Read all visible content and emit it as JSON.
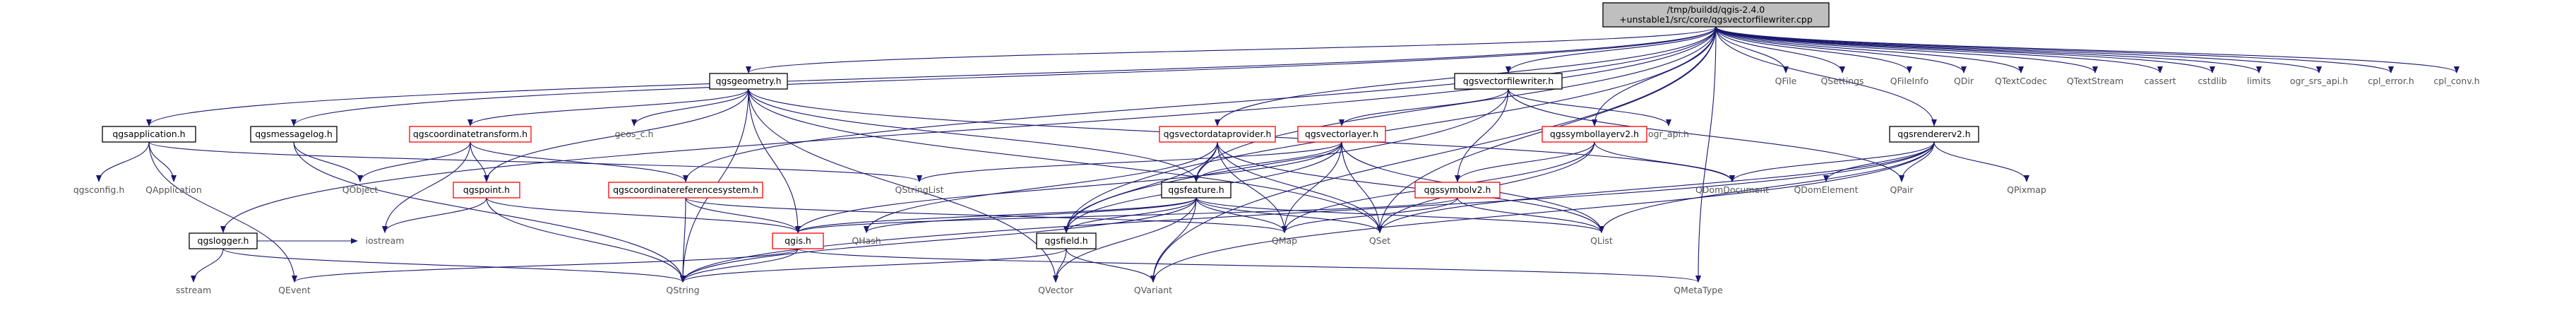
{
  "graph": {
    "edge_color": "#191970",
    "highlight_color": "#ff0000",
    "root_fill": "#bfbfbf",
    "nodes": [
      {
        "id": "root",
        "kind": "root",
        "lines": [
          "/tmp/buildd/qgis-2.4.0",
          "+unstable1/src/core/qgsvectorfilewriter.cpp"
        ]
      },
      {
        "id": "qgsvectorfilewriter_h",
        "kind": "plain",
        "lines": [
          "qgsvectorfilewriter.h"
        ]
      },
      {
        "id": "qgsgeometry_h",
        "kind": "plain",
        "lines": [
          "qgsgeometry.h"
        ]
      },
      {
        "id": "qgsapplication_h",
        "kind": "plain",
        "lines": [
          "qgsapplication.h"
        ]
      },
      {
        "id": "qgsmessagelog_h",
        "kind": "plain",
        "lines": [
          "qgsmessagelog.h"
        ]
      },
      {
        "id": "qgslogger_h",
        "kind": "plain",
        "lines": [
          "qgslogger.h"
        ]
      },
      {
        "id": "qgsconfig_h",
        "kind": "ext",
        "lines": [
          "qgsconfig.h"
        ]
      },
      {
        "id": "QApplication",
        "kind": "ext",
        "lines": [
          "QApplication"
        ]
      },
      {
        "id": "QObject",
        "kind": "ext",
        "lines": [
          "QObject"
        ]
      },
      {
        "id": "qgscoordinatetransform_h",
        "kind": "red",
        "lines": [
          "qgscoordinatetransform.h"
        ]
      },
      {
        "id": "geos_c_h",
        "kind": "ext",
        "lines": [
          "geos_c.h"
        ]
      },
      {
        "id": "qgspoint_h",
        "kind": "red",
        "lines": [
          "qgspoint.h"
        ]
      },
      {
        "id": "qgscoordinatereferencesystem_h",
        "kind": "red",
        "lines": [
          "qgscoordinatereferencesystem.h"
        ]
      },
      {
        "id": "qgsvectordataprovider_h",
        "kind": "red",
        "lines": [
          "qgsvectordataprovider.h"
        ]
      },
      {
        "id": "qgsvectorlayer_h",
        "kind": "red",
        "lines": [
          "qgsvectorlayer.h"
        ]
      },
      {
        "id": "qgsfeature_h",
        "kind": "plain",
        "lines": [
          "qgsfeature.h"
        ]
      },
      {
        "id": "qgsfield_h",
        "kind": "plain",
        "lines": [
          "qgsfield.h"
        ]
      },
      {
        "id": "qgis_h",
        "kind": "red",
        "lines": [
          "qgis.h"
        ]
      },
      {
        "id": "qgssymbollayerv2_h",
        "kind": "red",
        "lines": [
          "qgssymbollayerv2.h"
        ]
      },
      {
        "id": "qgssymbolv2_h",
        "kind": "red",
        "lines": [
          "qgssymbolv2.h"
        ]
      },
      {
        "id": "qgsrendererv2_h",
        "kind": "plain",
        "lines": [
          "qgsrendererv2.h"
        ]
      },
      {
        "id": "ogr_api_h_mid",
        "kind": "ext",
        "lines": [
          "ogr_api.h"
        ]
      },
      {
        "id": "QStringList",
        "kind": "ext",
        "lines": [
          "QStringList"
        ]
      },
      {
        "id": "QDomDocument",
        "kind": "ext",
        "lines": [
          "QDomDocument"
        ]
      },
      {
        "id": "QDomElement",
        "kind": "ext",
        "lines": [
          "QDomElement"
        ]
      },
      {
        "id": "QPair",
        "kind": "ext",
        "lines": [
          "QPair"
        ]
      },
      {
        "id": "QPixmap",
        "kind": "ext",
        "lines": [
          "QPixmap"
        ]
      },
      {
        "id": "sstream",
        "kind": "ext",
        "lines": [
          "sstream"
        ]
      },
      {
        "id": "iostream",
        "kind": "ext",
        "lines": [
          "iostream"
        ]
      },
      {
        "id": "QHash",
        "kind": "ext",
        "lines": [
          "QHash"
        ]
      },
      {
        "id": "QMap",
        "kind": "ext",
        "lines": [
          "QMap"
        ]
      },
      {
        "id": "QSet",
        "kind": "ext",
        "lines": [
          "QSet"
        ]
      },
      {
        "id": "QList",
        "kind": "ext",
        "lines": [
          "QList"
        ]
      },
      {
        "id": "QEvent",
        "kind": "ext",
        "lines": [
          "QEvent"
        ]
      },
      {
        "id": "QString",
        "kind": "ext",
        "lines": [
          "QString"
        ]
      },
      {
        "id": "QVector",
        "kind": "ext",
        "lines": [
          "QVector"
        ]
      },
      {
        "id": "QVariant",
        "kind": "ext",
        "lines": [
          "QVariant"
        ]
      },
      {
        "id": "QMetaType",
        "kind": "ext",
        "lines": [
          "QMetaType"
        ]
      },
      {
        "id": "QFile",
        "kind": "ext",
        "lines": [
          "QFile"
        ]
      },
      {
        "id": "QSettings",
        "kind": "ext",
        "lines": [
          "QSettings"
        ]
      },
      {
        "id": "QFileInfo",
        "kind": "ext",
        "lines": [
          "QFileInfo"
        ]
      },
      {
        "id": "QDir",
        "kind": "ext",
        "lines": [
          "QDir"
        ]
      },
      {
        "id": "QTextCodec",
        "kind": "ext",
        "lines": [
          "QTextCodec"
        ]
      },
      {
        "id": "QTextStream",
        "kind": "ext",
        "lines": [
          "QTextStream"
        ]
      },
      {
        "id": "cassert",
        "kind": "ext",
        "lines": [
          "cassert"
        ]
      },
      {
        "id": "cstdlib",
        "kind": "ext",
        "lines": [
          "cstdlib"
        ]
      },
      {
        "id": "limits",
        "kind": "ext",
        "lines": [
          "limits"
        ]
      },
      {
        "id": "ogr_srs_api_h",
        "kind": "ext",
        "lines": [
          "ogr_srs_api.h"
        ]
      },
      {
        "id": "cpl_error_h",
        "kind": "ext",
        "lines": [
          "cpl_error.h"
        ]
      },
      {
        "id": "cpl_conv_h",
        "kind": "ext",
        "lines": [
          "cpl_conv.h"
        ]
      }
    ],
    "edges": [
      [
        "root",
        "qgsapplication_h"
      ],
      [
        "root",
        "qgsmessagelog_h"
      ],
      [
        "root",
        "qgslogger_h"
      ],
      [
        "root",
        "qgsgeometry_h"
      ],
      [
        "root",
        "qgsvectorfilewriter_h"
      ],
      [
        "root",
        "qgscoordinatereferencesystem_h"
      ],
      [
        "root",
        "qgsvectordataprovider_h"
      ],
      [
        "root",
        "qgsfeature_h"
      ],
      [
        "root",
        "qgsfield_h"
      ],
      [
        "root",
        "qgssymbollayerv2_h"
      ],
      [
        "root",
        "qgsrendererv2_h"
      ],
      [
        "root",
        "QFile"
      ],
      [
        "root",
        "QSettings"
      ],
      [
        "root",
        "QFileInfo"
      ],
      [
        "root",
        "QDir"
      ],
      [
        "root",
        "QTextCodec"
      ],
      [
        "root",
        "QTextStream"
      ],
      [
        "root",
        "cassert"
      ],
      [
        "root",
        "cstdlib"
      ],
      [
        "root",
        "limits"
      ],
      [
        "root",
        "ogr_srs_api_h"
      ],
      [
        "root",
        "cpl_error_h"
      ],
      [
        "root",
        "cpl_conv_h"
      ],
      [
        "root",
        "QSet"
      ],
      [
        "root",
        "QVariant"
      ],
      [
        "root",
        "QMetaType"
      ],
      [
        "qgsapplication_h",
        "qgsconfig_h"
      ],
      [
        "qgsapplication_h",
        "QApplication"
      ],
      [
        "qgsapplication_h",
        "QEvent"
      ],
      [
        "qgsapplication_h",
        "QStringList"
      ],
      [
        "qgsmessagelog_h",
        "QObject"
      ],
      [
        "qgsmessagelog_h",
        "QString"
      ],
      [
        "qgslogger_h",
        "sstream"
      ],
      [
        "qgslogger_h",
        "iostream"
      ],
      [
        "qgslogger_h",
        "QString"
      ],
      [
        "qgsgeometry_h",
        "qgscoordinatetransform_h"
      ],
      [
        "qgsgeometry_h",
        "geos_c_h"
      ],
      [
        "qgsgeometry_h",
        "qgspoint_h"
      ],
      [
        "qgsgeometry_h",
        "qgis_h"
      ],
      [
        "qgsgeometry_h",
        "QString"
      ],
      [
        "qgsgeometry_h",
        "QSet"
      ],
      [
        "qgsgeometry_h",
        "QDomDocument"
      ],
      [
        "qgsgeometry_h",
        "qgsfeature_h"
      ],
      [
        "qgsgeometry_h",
        "QVector"
      ],
      [
        "qgscoordinatetransform_h",
        "QObject"
      ],
      [
        "qgscoordinatetransform_h",
        "qgspoint_h"
      ],
      [
        "qgscoordinatetransform_h",
        "iostream"
      ],
      [
        "qgscoordinatetransform_h",
        "qgscoordinatereferencesystem_h"
      ],
      [
        "qgspoint_h",
        "qgis_h"
      ],
      [
        "qgspoint_h",
        "iostream"
      ],
      [
        "qgspoint_h",
        "QString"
      ],
      [
        "qgscoordinatereferencesystem_h",
        "qgis_h"
      ],
      [
        "qgscoordinatereferencesystem_h",
        "QString"
      ],
      [
        "qgscoordinatereferencesystem_h",
        "QMap"
      ],
      [
        "qgsvectorfilewriter_h",
        "qgsvectorlayer_h"
      ],
      [
        "qgsvectorfilewriter_h",
        "ogr_api_h_mid"
      ],
      [
        "qgsvectorfilewriter_h",
        "qgsfield_h"
      ],
      [
        "qgsvectorfilewriter_h",
        "qgssymbolv2_h"
      ],
      [
        "qgsvectorfilewriter_h",
        "QPair"
      ],
      [
        "qgsvectordataprovider_h",
        "qgsfeature_h"
      ],
      [
        "qgsvectordataprovider_h",
        "qgsfield_h"
      ],
      [
        "qgsvectordataprovider_h",
        "QMap"
      ],
      [
        "qgsvectordataprovider_h",
        "QSet"
      ],
      [
        "qgsvectordataprovider_h",
        "QHash"
      ],
      [
        "qgsvectordataprovider_h",
        "QList"
      ],
      [
        "qgsvectorlayer_h",
        "qgsfeature_h"
      ],
      [
        "qgsvectorlayer_h",
        "qgsfield_h"
      ],
      [
        "qgsvectorlayer_h",
        "QStringList"
      ],
      [
        "qgsvectorlayer_h",
        "QMap"
      ],
      [
        "qgsvectorlayer_h",
        "QSet"
      ],
      [
        "qgsvectorlayer_h",
        "QList"
      ],
      [
        "qgsvectorlayer_h",
        "qgis_h"
      ],
      [
        "qgsfeature_h",
        "qgsfield_h"
      ],
      [
        "qgsfeature_h",
        "qgis_h"
      ],
      [
        "qgsfeature_h",
        "QMap"
      ],
      [
        "qgsfeature_h",
        "QSet"
      ],
      [
        "qgsfeature_h",
        "QList"
      ],
      [
        "qgsfeature_h",
        "QHash"
      ],
      [
        "qgsfeature_h",
        "QString"
      ],
      [
        "qgsfeature_h",
        "QVariant"
      ],
      [
        "qgsfeature_h",
        "QVector"
      ],
      [
        "qgsfield_h",
        "QString"
      ],
      [
        "qgsfield_h",
        "QVariant"
      ],
      [
        "qgsfield_h",
        "QVector"
      ],
      [
        "qgis_h",
        "QEvent"
      ],
      [
        "qgis_h",
        "QString"
      ],
      [
        "qgis_h",
        "QMetaType"
      ],
      [
        "qgssymbollayerv2_h",
        "qgssymbolv2_h"
      ],
      [
        "qgssymbollayerv2_h",
        "QMap"
      ],
      [
        "qgssymbollayerv2_h",
        "QSet"
      ],
      [
        "qgssymbollayerv2_h",
        "QDomDocument"
      ],
      [
        "qgssymbolv2_h",
        "qgis_h"
      ],
      [
        "qgssymbolv2_h",
        "QMap"
      ],
      [
        "qgssymbolv2_h",
        "QList"
      ],
      [
        "qgsrendererv2_h",
        "QDomDocument"
      ],
      [
        "qgsrendererv2_h",
        "QDomElement"
      ],
      [
        "qgsrendererv2_h",
        "QPair"
      ],
      [
        "qgsrendererv2_h",
        "QPixmap"
      ],
      [
        "qgsrendererv2_h",
        "QList"
      ],
      [
        "qgsrendererv2_h",
        "QSet"
      ],
      [
        "qgsrendererv2_h",
        "QString"
      ],
      [
        "qgsrendererv2_h",
        "QVariant"
      ]
    ]
  }
}
